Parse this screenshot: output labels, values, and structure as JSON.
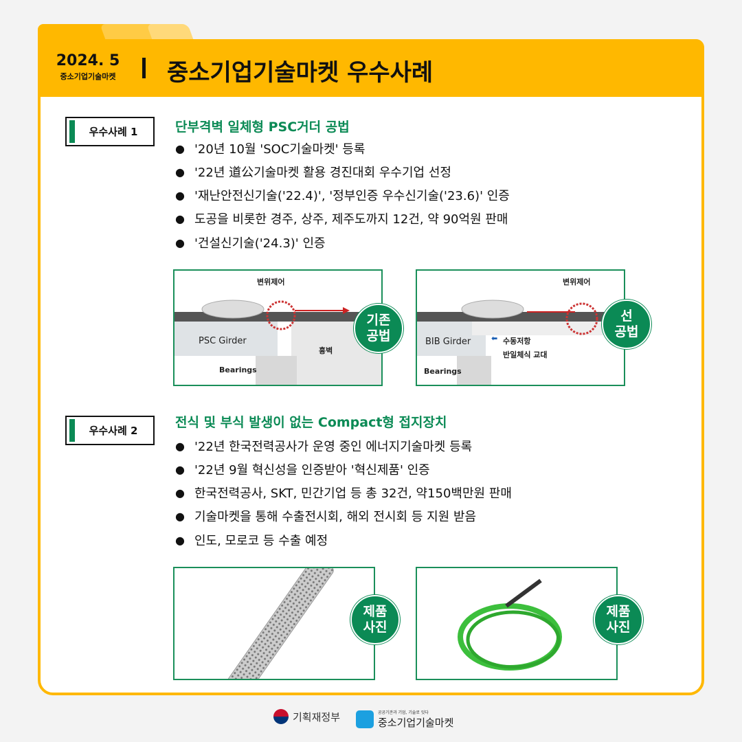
{
  "header": {
    "date": "2024. 5",
    "subtitle": "중소기업기술마켓",
    "title": "중소기업기술마켓 우수사례"
  },
  "cases": [
    {
      "label": "우수사례 1",
      "title": "단부격벽 일체형 PSC거더 공법",
      "bullets": [
        "'20년 10월 'SOC기술마켓' 등록",
        "'22년 道公기술마켓 활용 경진대회 우수기업 선정",
        "'재난안전신기술('22.4)', '정부인증 우수신기술('23.6)' 인증",
        "도공을 비롯한 경주, 상주, 제주도까지 12건, 약 90억원 판매",
        "'건설신기술('24.3)' 인증"
      ],
      "images": [
        {
          "badge": "기존\n공법",
          "labels": {
            "top": "변위제어",
            "girder": "PSC Girder",
            "wall": "흉벽",
            "bearings": "Bearings"
          }
        },
        {
          "badge": "선\n공법",
          "labels": {
            "top": "변위제어",
            "girder": "BIB Girder",
            "resist": "수동저항",
            "abutment": "반일체식 교대",
            "bearings": "Bearings"
          }
        }
      ]
    },
    {
      "label": "우수사례 2",
      "title": "전식 및 부식 발생이 없는 Compact형 접지장치",
      "bullets": [
        "'22년 한국전력공사가 운영 중인 에너지기술마켓 등록",
        "'22년 9월 혁신성을 인증받아 '혁신제품' 인증",
        "한국전력공사, SKT, 민간기업 등 총 32건, 약150백만원 판매",
        "기술마켓을 통해 수출전시회, 해외 전시회 등 지원 받음",
        "인도, 모로코 등 수출 예정"
      ],
      "images": [
        {
          "badge": "제품\n사진"
        },
        {
          "badge": "제품\n사진"
        }
      ]
    }
  ],
  "footer": {
    "ministry": "기획재정부",
    "market_tagline": "공공기관과 기업, 기술로 잇다",
    "market": "중소기업기술마켓"
  },
  "colors": {
    "accent": "#FFB800",
    "green": "#0b8a55"
  }
}
